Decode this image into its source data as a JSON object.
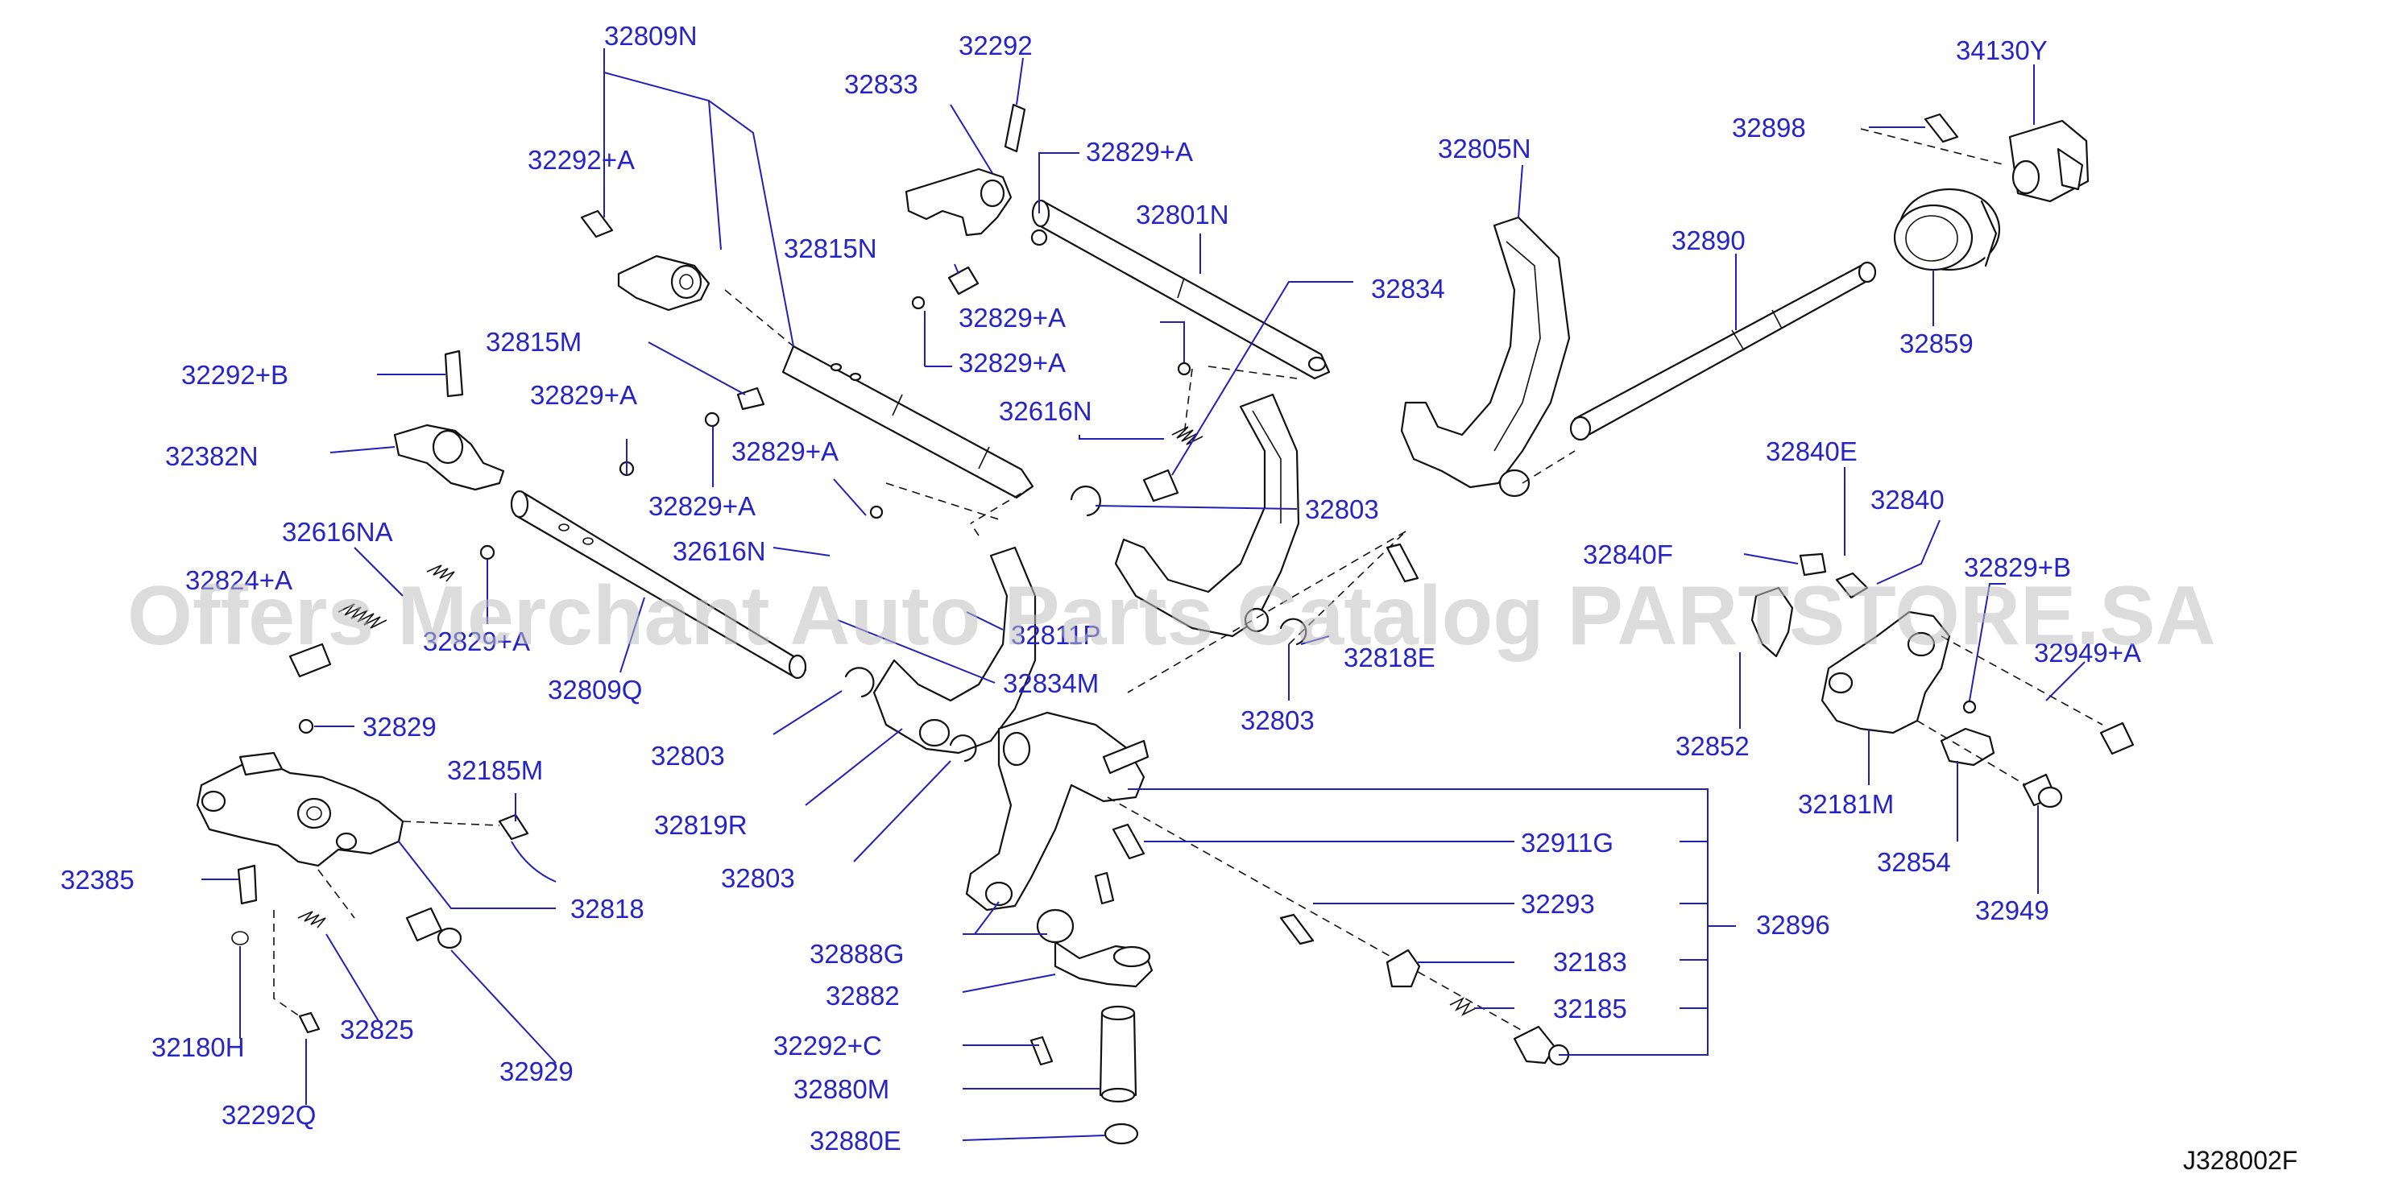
{
  "watermark": "Offers Merchant Auto Parts Catalog PARTSTORE.SA",
  "diagram_code": "J328002F",
  "labels": {
    "p32809N": "32809N",
    "p32292": "32292",
    "p34130Y": "34130Y",
    "p32833": "32833",
    "p32292A": "32292+A",
    "p32829A_1": "32829+A",
    "p32898": "32898",
    "p32805N": "32805N",
    "p32801N": "32801N",
    "p32815N": "32815N",
    "p32890": "32890",
    "p32834": "32834",
    "p32829A_2": "32829+A",
    "p32815M": "32815M",
    "p32829A_3": "32829+A",
    "p32859": "32859",
    "p32292B": "32292+B",
    "p32829A_4": "32829+A",
    "p32616N_1": "32616N",
    "p32382N": "32382N",
    "p32829A_5": "32829+A",
    "p32840E": "32840E",
    "p32829A_6": "32829+A",
    "p32803_1": "32803",
    "p32840": "32840",
    "p32616NA": "32616NA",
    "p32616N_2": "32616N",
    "p32840F": "32840F",
    "p32824A": "32824+A",
    "p32829B": "32829+B",
    "p32811P": "32811P",
    "p32829A_7": "32829+A",
    "p32818E": "32818E",
    "p32949A": "32949+A",
    "p32809Q": "32809Q",
    "p32834M": "32834M",
    "p32803_2": "32803",
    "p32852": "32852",
    "p32829": "32829",
    "p32803_3": "32803",
    "p32185M": "32185M",
    "p32181M": "32181M",
    "p32819R": "32819R",
    "p32911G": "32911G",
    "p32854": "32854",
    "p32803_4": "32803",
    "p32385": "32385",
    "p32818": "32818",
    "p32293": "32293",
    "p32896": "32896",
    "p32949": "32949",
    "p32888G": "32888G",
    "p32183": "32183",
    "p32882": "32882",
    "p32185": "32185",
    "p32180H": "32180H",
    "p32825": "32825",
    "p32292C": "32292+C",
    "p32929": "32929",
    "p32880M": "32880M",
    "p32292Q": "32292Q",
    "p32880E": "32880E"
  },
  "colors": {
    "label": "#2424c8",
    "leader": "#2020b8",
    "drawing": "#111111",
    "watermark": "#bfbfbf"
  }
}
